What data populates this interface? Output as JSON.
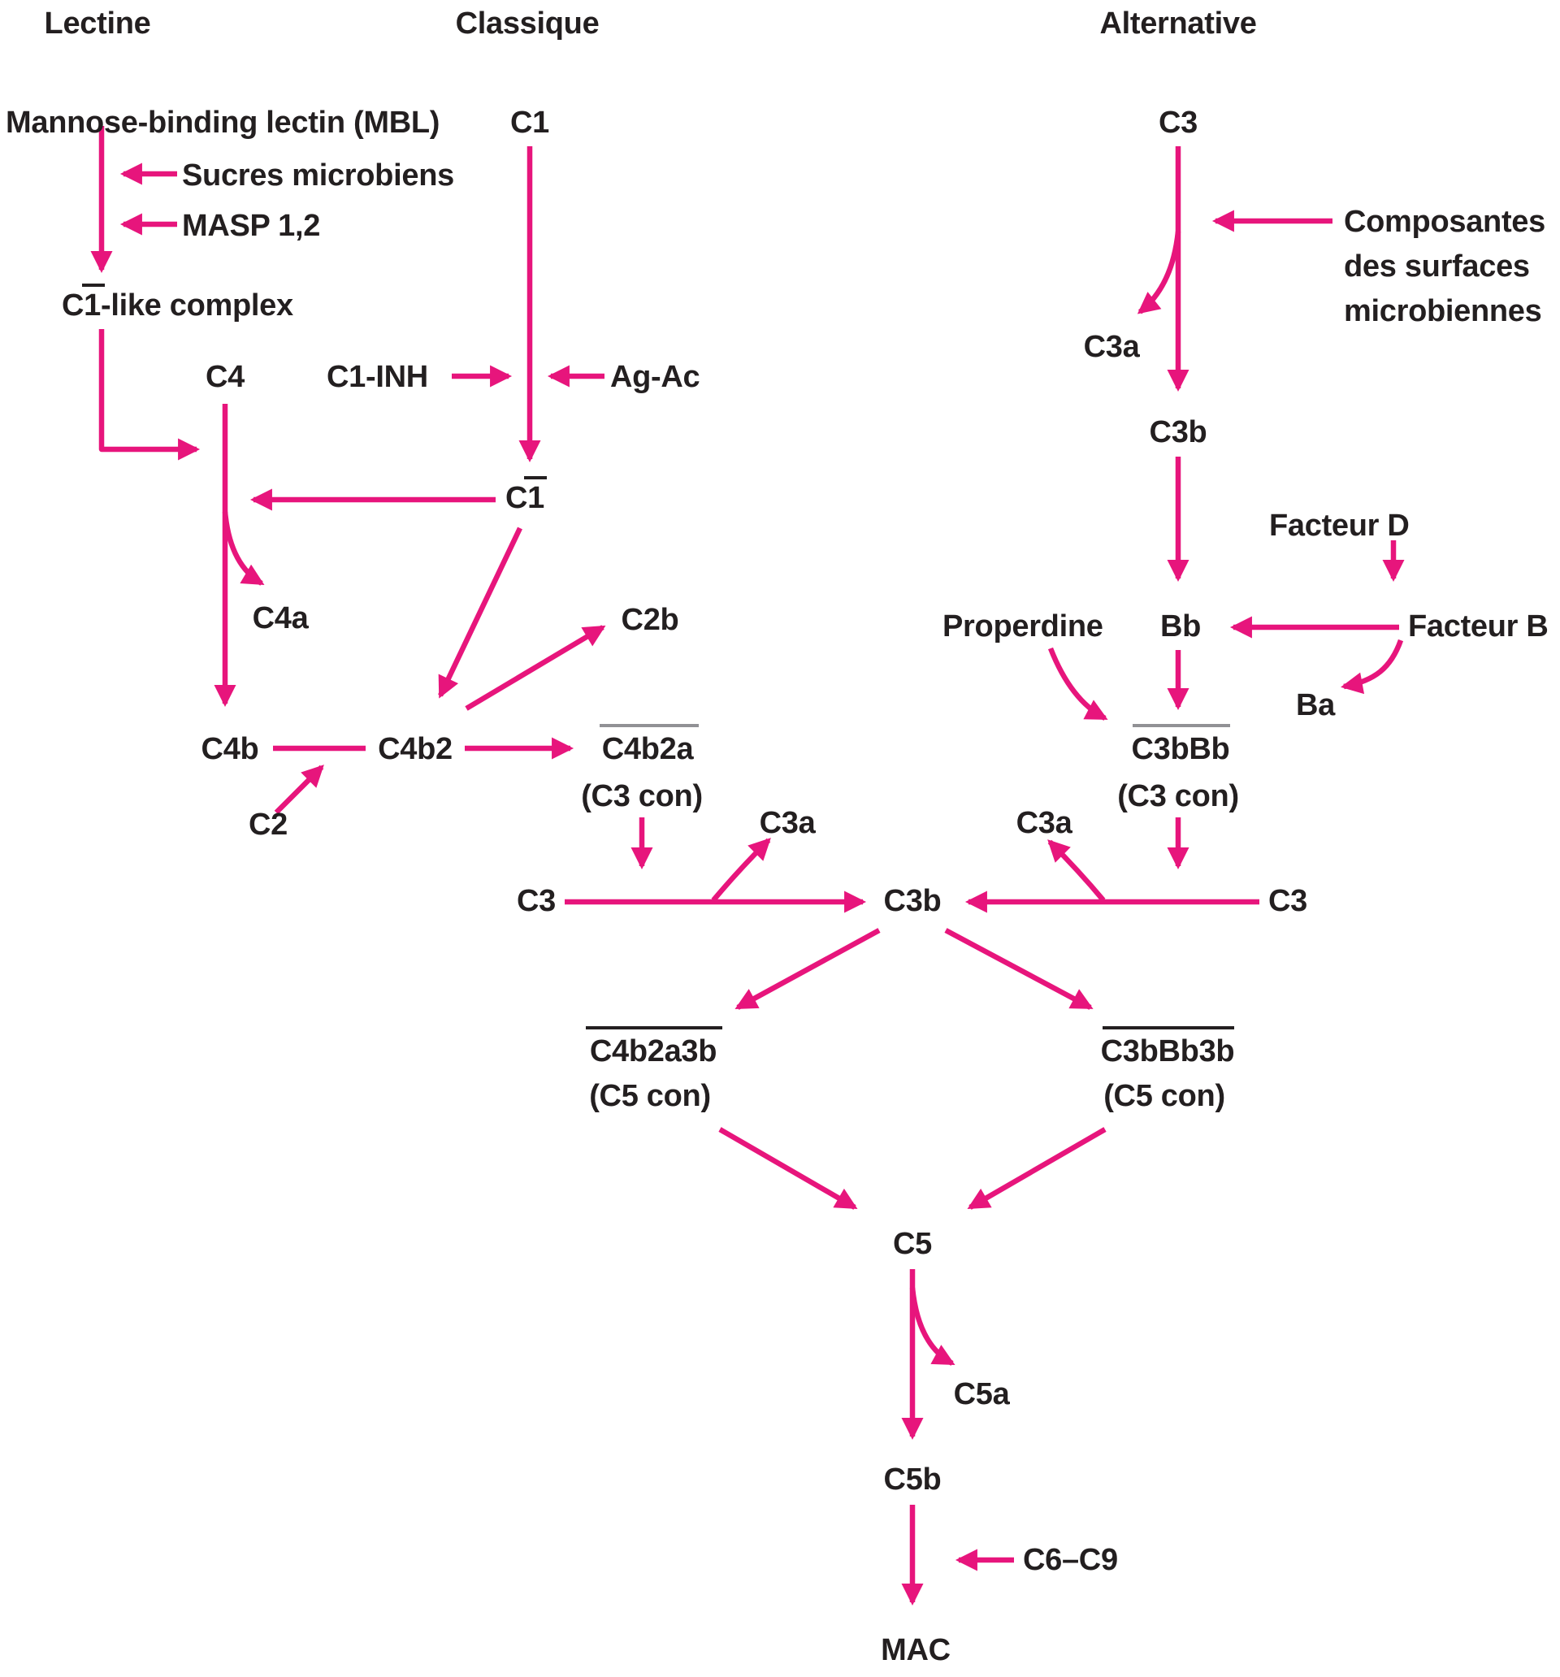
{
  "colors": {
    "arrow": "#e7157c",
    "text": "#231f20",
    "overbar_black": "#231f20",
    "overbar_gray": "#919195"
  },
  "labels": {
    "header_lectine": "Lectine",
    "header_classique": "Classique",
    "header_alternative": "Alternative",
    "mbl": "Mannose-binding lectin (MBL)",
    "sucres": "Sucres microbiens",
    "masp": "MASP 1,2",
    "c1_like": "C1-like complex",
    "c4": "C4",
    "c1_inh": "C1-INH",
    "ag_ac": "Ag-Ac",
    "c1": "C1",
    "c1_bar": "C1",
    "c4a": "C4a",
    "c2b": "C2b",
    "c4b": "C4b",
    "c4b2": "C4b2",
    "c4b2a": "C4b2a",
    "c3con_left": "(C3 con)",
    "c2": "C2",
    "c3_alt": "C3",
    "c3a_alt": "C3a",
    "c3b_alt": "C3b",
    "composantes": "Composantes\ndes surfaces\nmicrobiennes",
    "properdine": "Properdine",
    "bb": "Bb",
    "facteur_d": "Facteur D",
    "facteur_b": "Facteur B",
    "ba": "Ba",
    "c3bbb": "C3bBb",
    "c3con_right": "(C3 con)",
    "c3a_left": "C3a",
    "c3a_right": "C3a",
    "c3_left": "C3",
    "c3b_center": "C3b",
    "c3_right": "C3",
    "c4b2a3b": "C4b2a3b",
    "c5con_left": "(C5 con)",
    "c3bbb3b": "C3bBb3b",
    "c5con_right": "(C5 con)",
    "c5": "C5",
    "c5a": "C5a",
    "c5b": "C5b",
    "c6_c9": "C6–C9",
    "mac": "MAC"
  }
}
